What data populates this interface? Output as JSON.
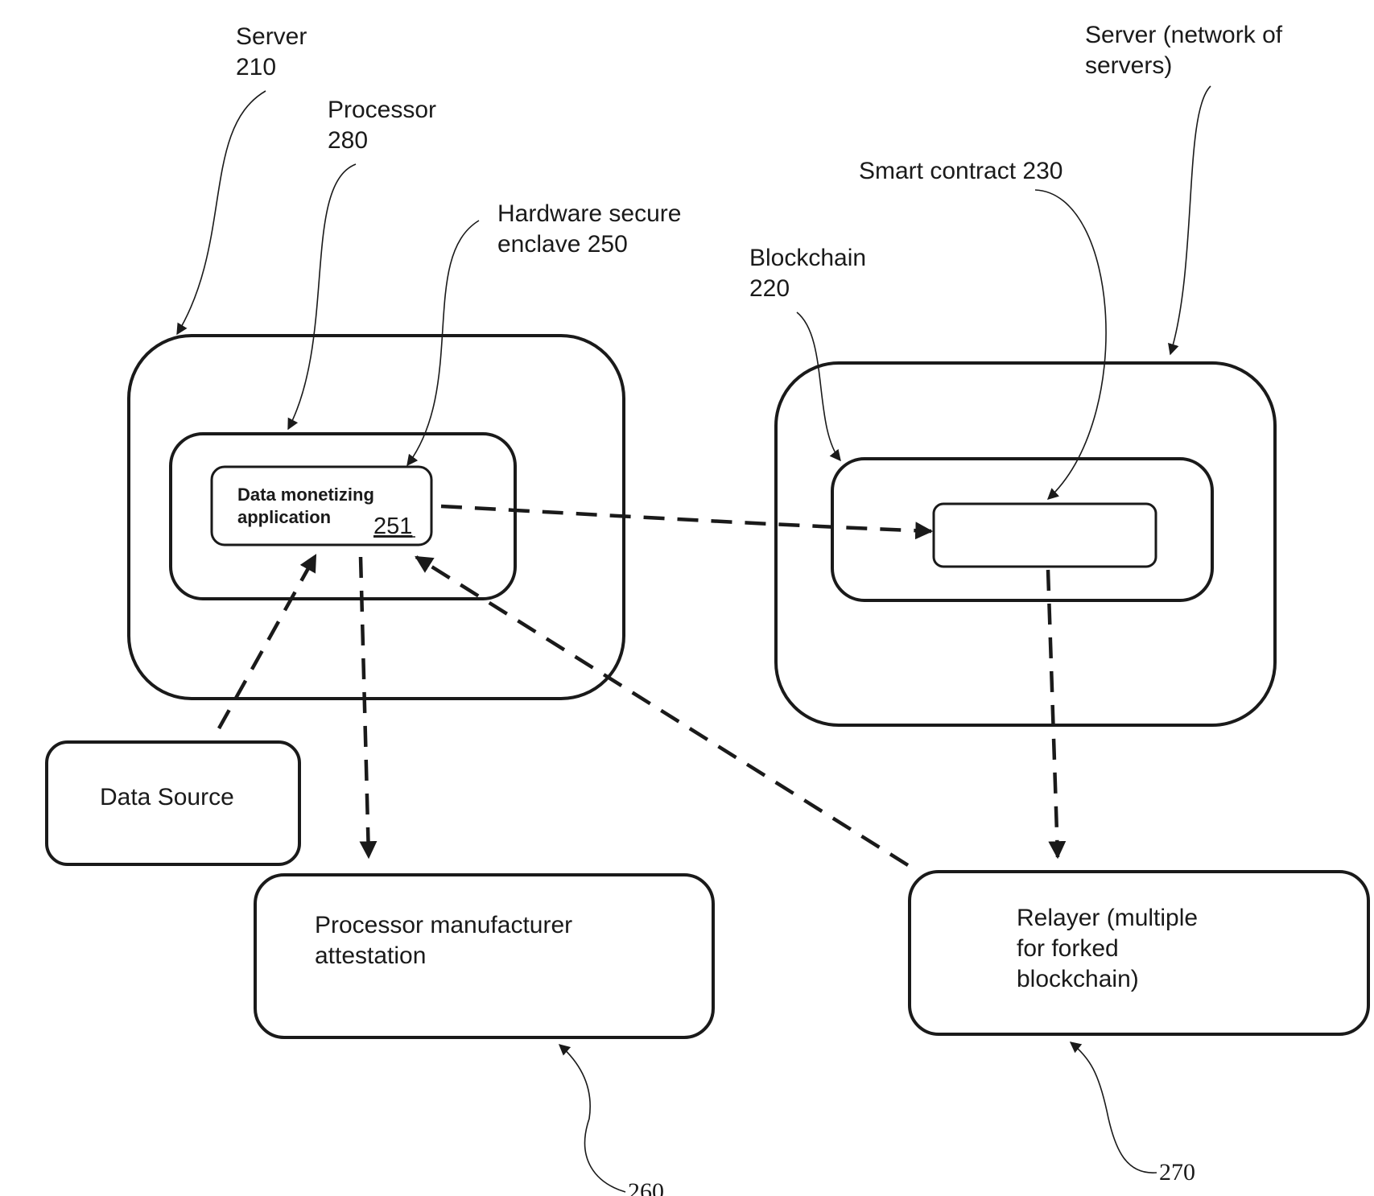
{
  "labels": {
    "server_210": [
      "Server",
      "210"
    ],
    "processor_280": [
      "Processor",
      "280"
    ],
    "enclave_250": [
      "Hardware secure",
      "enclave 250"
    ],
    "server_network": [
      "Server (network of",
      "servers)"
    ],
    "smart_contract_230": "Smart contract 230",
    "blockchain_220": [
      "Blockchain",
      "220"
    ],
    "app_251": [
      "Data monetizing",
      "application"
    ],
    "app_251_ref": "251",
    "data_source": "Data Source",
    "manufacturer_attestation": [
      "Processor manufacturer",
      "attestation"
    ],
    "relayer": [
      "Relayer (multiple",
      "for forked",
      "blockchain)"
    ],
    "ref_260": "260",
    "ref_270": "270"
  }
}
